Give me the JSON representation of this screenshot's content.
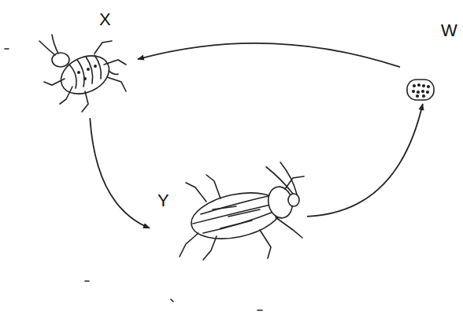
{
  "diagram": {
    "nodes": [
      {
        "text": [
          "X"
        ]
      },
      {
        "text": [
          "W"
        ]
      },
      {
        "text": [
          "Y"
        ]
      }
    ],
    "edges": [
      {
        "from": 1,
        "to": 0,
        "arrow": "to"
      },
      {
        "from": 0,
        "to": 2,
        "arrow": "to"
      },
      {
        "from": 2,
        "to": 1,
        "arrow": "to"
      }
    ]
  }
}
